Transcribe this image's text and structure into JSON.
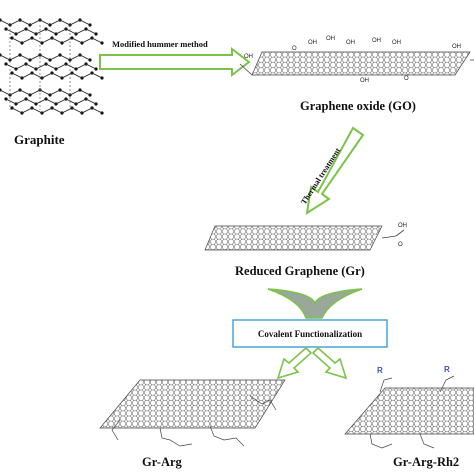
{
  "labels": {
    "graphite": "Graphite",
    "process_1": "Modified hummer method",
    "graphene_oxide": "Graphene oxide (GO)",
    "process_2": "Thermal treatment",
    "reduced_graphene": "Reduced Graphene (Gr)",
    "functionalization": "Covalent Functionalization",
    "gr_arg": "Gr-Arg",
    "gr_arg_rh2": "Gr-Arg-Rh2"
  },
  "chem_labels": {
    "oh": "OH",
    "o": "O",
    "r": "R"
  },
  "colors": {
    "arrow_stroke": "#7cc34a",
    "arrow_fill": "#ffffff",
    "funnel_fill": "#9aa89a",
    "box_border": "#4aa3d8",
    "r_group": "#3b52c4"
  }
}
